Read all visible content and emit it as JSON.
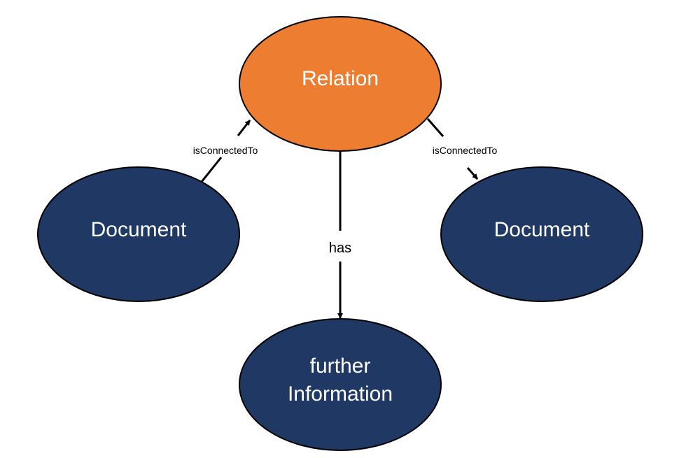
{
  "colors": {
    "relation_fill": "#ED7D31",
    "document_fill": "#1F3864",
    "node_stroke": "#000000",
    "edge_stroke": "#000000",
    "node_text": "#FFFFFF"
  },
  "nodes": {
    "relation": {
      "label": "Relation"
    },
    "document_left": {
      "label": "Document"
    },
    "document_right": {
      "label": "Document"
    },
    "further_info": {
      "line1": "further",
      "line2": "Information"
    }
  },
  "edges": {
    "left": {
      "label": "isConnectedTo",
      "from": "Document",
      "to": "Relation"
    },
    "right": {
      "label": "isConnectedTo",
      "from": "Relation",
      "to": "Document"
    },
    "down": {
      "label": "has",
      "from": "Relation",
      "to": "further Information"
    }
  }
}
